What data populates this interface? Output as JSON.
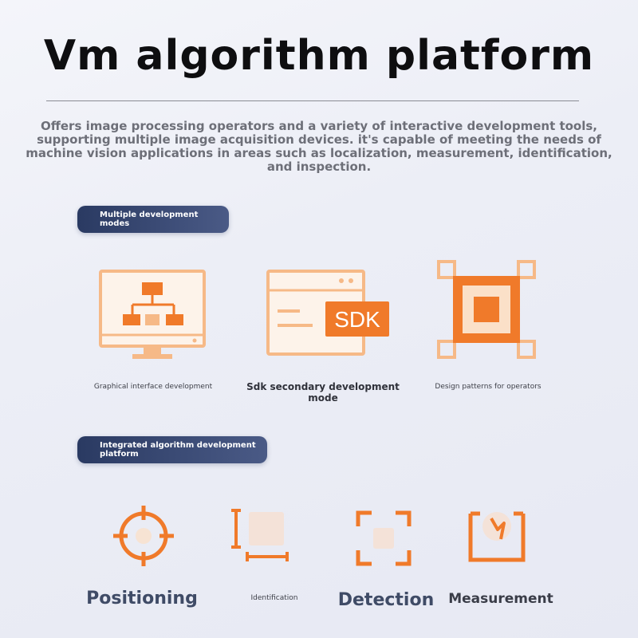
{
  "title": "Vm algorithm platform",
  "intro": "Offers image processing operators and a variety of interactive development tools, supporting multiple image acquisition devices. it's capable of meeting the needs of machine vision applications in areas such as localization, measurement, identification, and inspection.",
  "colors": {
    "accent_orange": "#f07a2a",
    "light_orange": "#f6b987",
    "pill_navy": "#2a3a62"
  },
  "section_dev_modes": {
    "label": "Multiple development modes",
    "items": [
      {
        "icon": "monitor-flowchart-icon",
        "caption": "Graphical interface development"
      },
      {
        "icon": "sdk-window-icon",
        "caption": "Sdk secondary development mode",
        "badge": "SDK"
      },
      {
        "icon": "operator-pattern-icon",
        "caption": "Design patterns for operators"
      }
    ]
  },
  "section_platform": {
    "label": "Integrated algorithm development platform",
    "items": [
      {
        "icon": "crosshair-icon",
        "caption": "Positioning"
      },
      {
        "icon": "dimension-icon",
        "caption": "Identification"
      },
      {
        "icon": "focus-frame-icon",
        "caption": "Detection"
      },
      {
        "icon": "gauge-frame-icon",
        "caption": "Measurement"
      }
    ]
  }
}
